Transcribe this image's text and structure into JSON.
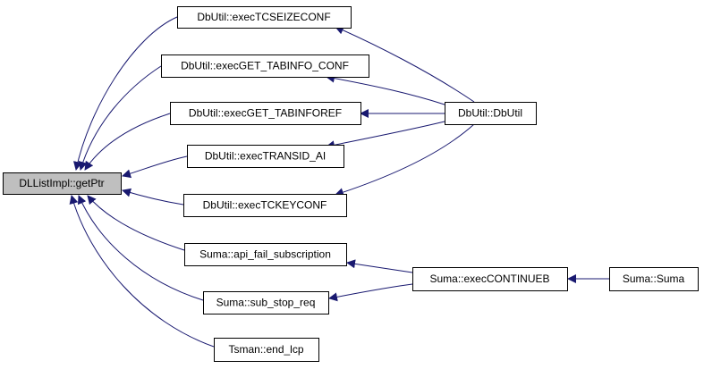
{
  "diagram": {
    "colors": {
      "root_fill": "#bfbfbf",
      "node_fill": "#ffffff",
      "edge_stroke": "#191970",
      "node_stroke": "#000000"
    },
    "nodes": [
      {
        "id": "root",
        "label": "DLListImpl::getPtr",
        "root": true
      },
      {
        "id": "tcseize",
        "label": "DbUtil::execTCSEIZECONF"
      },
      {
        "id": "gettabinfoconf",
        "label": "DbUtil::execGET_TABINFO_CONF"
      },
      {
        "id": "gettabinforef",
        "label": "DbUtil::execGET_TABINFOREF"
      },
      {
        "id": "transid",
        "label": "DbUtil::execTRANSID_AI"
      },
      {
        "id": "tckeyconf",
        "label": "DbUtil::execTCKEYCONF"
      },
      {
        "id": "apifail",
        "label": "Suma::api_fail_subscription"
      },
      {
        "id": "substop",
        "label": "Suma::sub_stop_req"
      },
      {
        "id": "endlcp",
        "label": "Tsman::end_lcp"
      },
      {
        "id": "dbutil",
        "label": "DbUtil::DbUtil"
      },
      {
        "id": "contb",
        "label": "Suma::execCONTINUEB"
      },
      {
        "id": "suma",
        "label": "Suma::Suma"
      }
    ],
    "edges": [
      {
        "from": "tcseize",
        "to": "root"
      },
      {
        "from": "gettabinfoconf",
        "to": "root"
      },
      {
        "from": "gettabinforef",
        "to": "root"
      },
      {
        "from": "transid",
        "to": "root"
      },
      {
        "from": "tckeyconf",
        "to": "root"
      },
      {
        "from": "apifail",
        "to": "root"
      },
      {
        "from": "substop",
        "to": "root"
      },
      {
        "from": "endlcp",
        "to": "root"
      },
      {
        "from": "dbutil",
        "to": "tcseize"
      },
      {
        "from": "dbutil",
        "to": "gettabinfoconf"
      },
      {
        "from": "dbutil",
        "to": "gettabinforef"
      },
      {
        "from": "dbutil",
        "to": "transid"
      },
      {
        "from": "dbutil",
        "to": "tckeyconf"
      },
      {
        "from": "contb",
        "to": "apifail"
      },
      {
        "from": "contb",
        "to": "substop"
      },
      {
        "from": "suma",
        "to": "contb"
      }
    ]
  }
}
